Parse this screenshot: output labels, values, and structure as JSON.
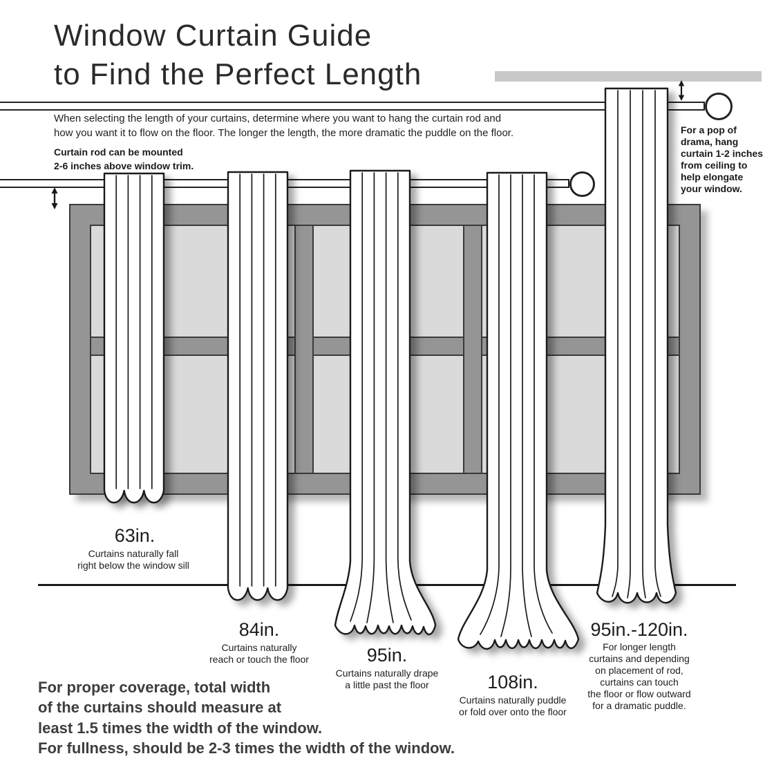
{
  "title": {
    "line1": "Window Curtain Guide",
    "line2": "to Find the Perfect Length"
  },
  "intro": "When selecting the length of your curtains, determine where you want to hang the curtain rod and\nhow you want it to flow on the floor. The longer the length, the more dramatic the puddle on the floor.",
  "rod_note": "Curtain rod can be mounted\n2-6 inches above window trim.",
  "ceiling_note": "For a pop of\ndrama, hang\ncurtain 1-2 inches\nfrom ceiling to\nhelp elongate\nyour window.",
  "curtains": [
    {
      "size": "63in.",
      "caption": "Curtains naturally fall\nright below the window sill"
    },
    {
      "size": "84in.",
      "caption": "Curtains naturally\nreach or touch the floor"
    },
    {
      "size": "95in.",
      "caption": "Curtains naturally drape\na little past the floor"
    },
    {
      "size": "108in.",
      "caption": "Curtains naturally puddle\nor fold over onto the floor"
    },
    {
      "size": "95in.-120in.",
      "caption": "For longer length\ncurtains and depending\non placement of rod,\ncurtains can touch\nthe floor or flow outward\nfor a dramatic puddle."
    }
  ],
  "footer": "For proper coverage, total width\nof the curtains should measure at\nleast 1.5 times the width of the window.\nFor fullness, should be 2-3 times the width of the window.",
  "colors": {
    "frame_gray": "#959595",
    "glass_gray": "#dadada",
    "ceiling_bar": "#c8c8c8",
    "outline": "#1a1a1a",
    "footer_text": "#3d3d3d"
  }
}
